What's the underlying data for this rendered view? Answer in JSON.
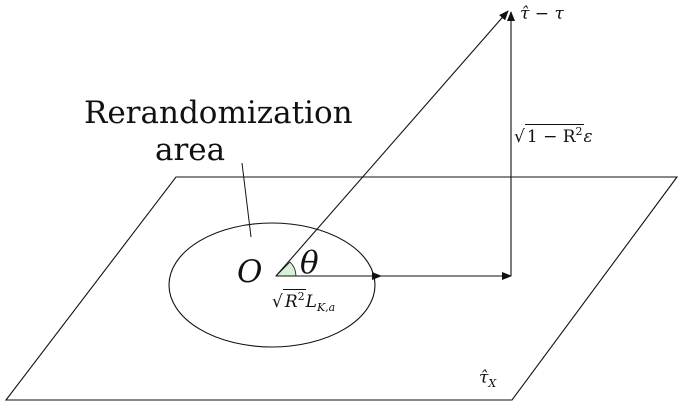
{
  "colors": {
    "stroke": "#111111",
    "angle_fill": "#d6f0d9",
    "background": "#ffffff"
  },
  "labels": {
    "area_line1": "Rerandomization",
    "area_line2": "area",
    "origin": "O",
    "theta": "θ",
    "tau_hat_minus_tau": "τ̂ − τ",
    "sqrt_one_minus_r2_base": "1 − R",
    "sqrt_one_minus_r2_exp": "2",
    "epsilon": "ε",
    "sqrt_r2_base": "R",
    "sqrt_r2_exp": "2",
    "l_main": "L",
    "l_sub": "K,a",
    "tau_hat_x_main": "τ̂",
    "tau_hat_x_sub": "X"
  }
}
